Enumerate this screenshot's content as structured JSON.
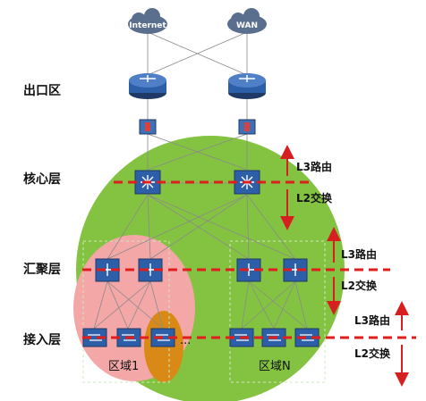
{
  "clouds": {
    "internet": "Internet",
    "wan": "WAN"
  },
  "layers": {
    "egress": "出口区",
    "core": "核心层",
    "aggregation": "汇聚层",
    "access": "接入层"
  },
  "boundaries": {
    "core": {
      "upper": "L3路由",
      "lower": "L2交换"
    },
    "aggregation": {
      "upper": "L3路由",
      "lower": "L2交换"
    },
    "access": {
      "upper": "L3路由",
      "lower": "L2交换"
    }
  },
  "regions": {
    "left": "区域1",
    "right": "区域N",
    "ellipsis": "..."
  },
  "colors": {
    "green_zone": "#84c341",
    "pink_zone": "#f4a7a7",
    "orange_zone": "#d98a16",
    "boundary_line": "#e01e1e",
    "arrow": "#d61f1f",
    "device_blue": "#2d5fa8",
    "cloud": "#5a6f8d"
  }
}
